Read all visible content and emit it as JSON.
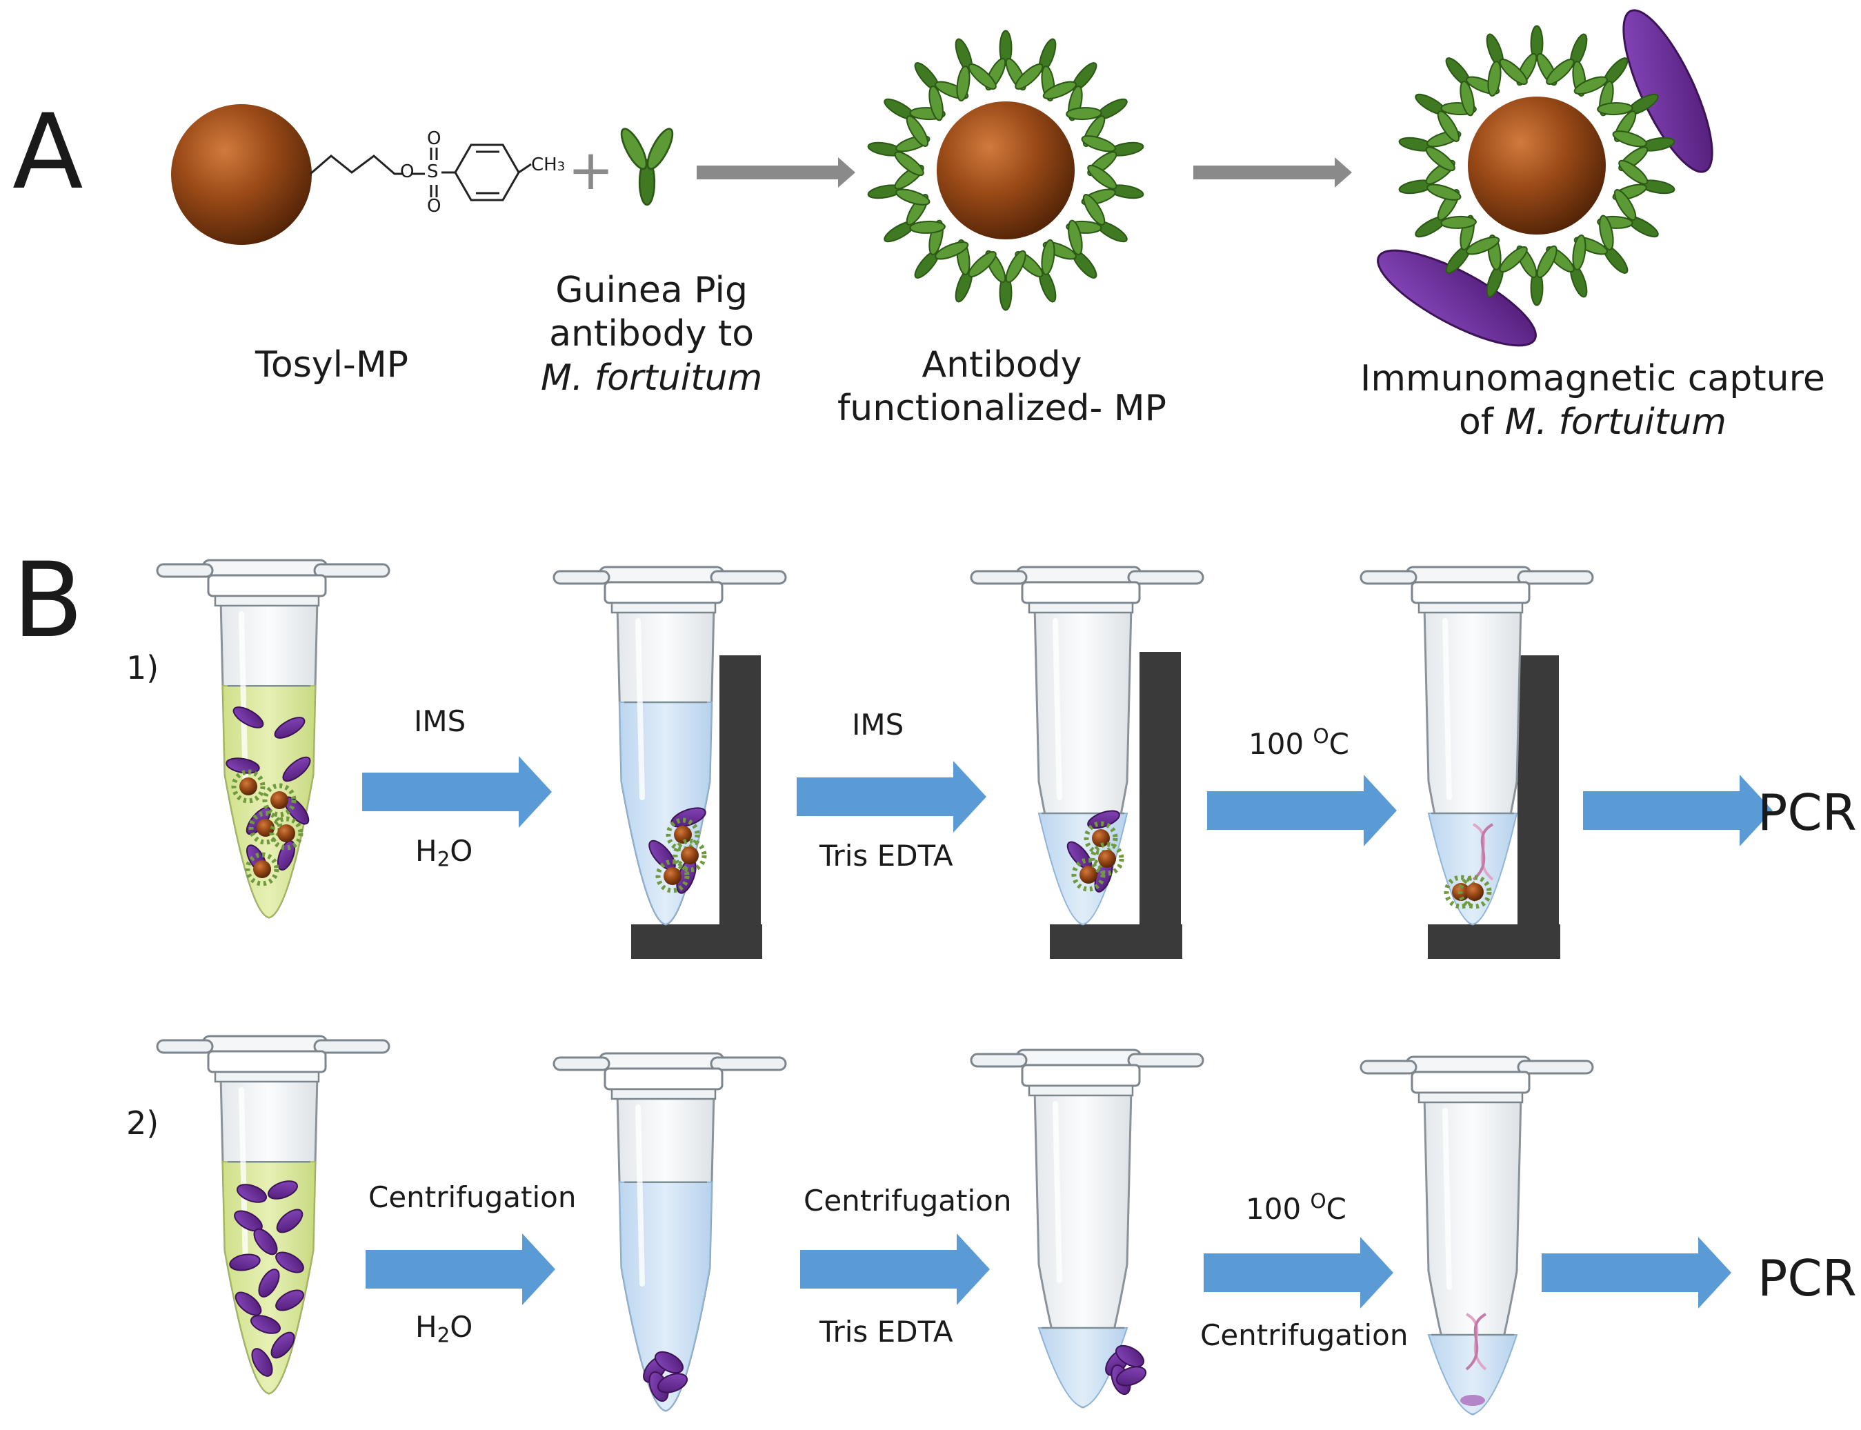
{
  "panels": {
    "a": "A",
    "b": "B"
  },
  "panel_a": {
    "chem_labels": {
      "o1": "O",
      "s": "S",
      "o2": "O",
      "o3": "O",
      "ch3_main": "CH",
      "ch3_sub": "3"
    },
    "plus": "+",
    "tosyl_label": "Tosyl-MP",
    "antibody_label": {
      "line1": "Guinea Pig",
      "line2": "antibody to",
      "line3": "M. fortuitum"
    },
    "functionalized_label": {
      "line1": "Antibody",
      "line2": "functionalized- MP"
    },
    "capture_label": {
      "line1": "Immunomagnetic capture",
      "line2_prefix": "of ",
      "line2_italic": "M. fortuitum"
    }
  },
  "panel_b": {
    "row1": {
      "number": "1)",
      "step1": {
        "top": "IMS",
        "bottom_main": "H",
        "bottom_sub": "2",
        "bottom_tail": "O"
      },
      "step2": {
        "top": "IMS",
        "bottom": "Tris EDTA"
      },
      "step3": {
        "top_main": "100 ",
        "top_sup": "O",
        "top_tail": "C"
      },
      "result": "PCR"
    },
    "row2": {
      "number": "2)",
      "step1": {
        "top": "Centrifugation",
        "bottom_main": "H",
        "bottom_sub": "2",
        "bottom_tail": "O"
      },
      "step2": {
        "top": "Centrifugation",
        "bottom": "Tris EDTA"
      },
      "step3": {
        "top_main": "100 ",
        "top_sup": "O",
        "top_tail": "C",
        "bottom": "Centrifugation"
      },
      "result": "PCR"
    }
  },
  "colors": {
    "bead": "#8a3f12",
    "antibody": "#4f8a2b",
    "bacterium": "#6a2a94",
    "flow_arrow": "#5b9bd5",
    "gray_arrow": "#808080",
    "magnet_stand": "#3a3a3a",
    "yellow_liquid": "#dbe8a0",
    "water": "#cfe3f5"
  }
}
